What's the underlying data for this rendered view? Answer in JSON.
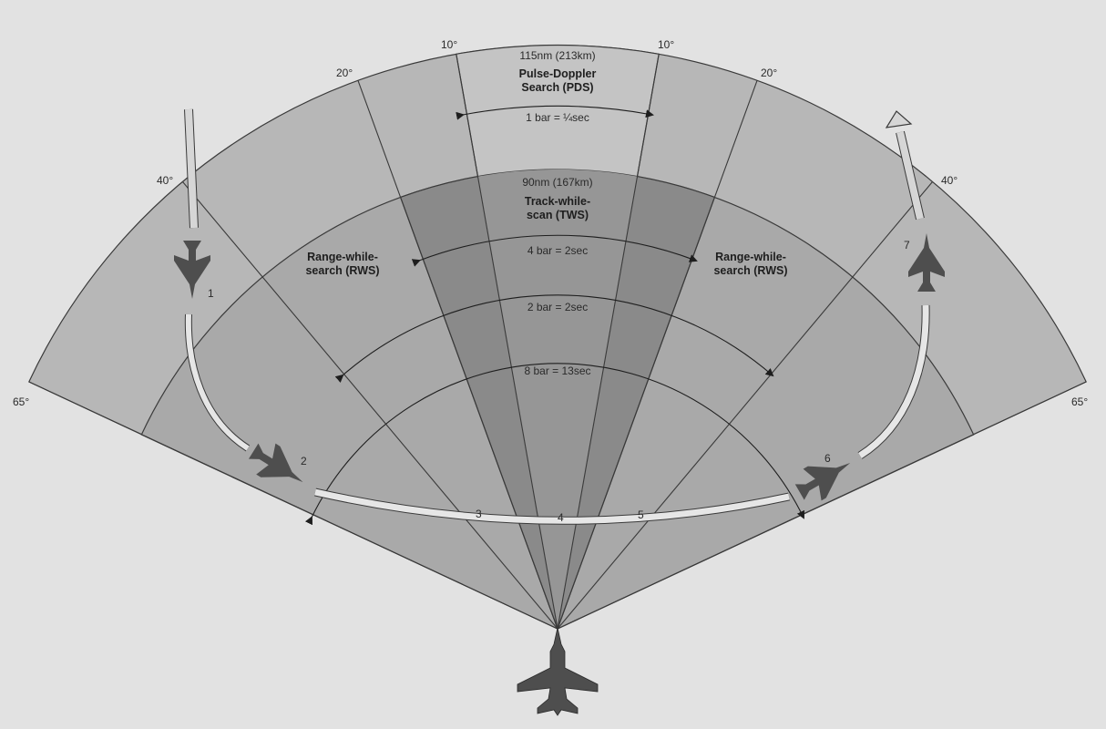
{
  "pds": {
    "range": "115nm (213km)",
    "title_line1": "Pulse-Doppler",
    "title_line2": "Search (PDS)",
    "scan": "1 bar = ¼sec"
  },
  "tws": {
    "range": "90nm (167km)",
    "title_line1": "Track-while-",
    "title_line2": "scan (TWS)",
    "scan": "4 bar = 2sec"
  },
  "rws": {
    "left_line1": "Range-while-",
    "left_line2": "search (RWS)",
    "right_line1": "Range-while-",
    "right_line2": "search (RWS)",
    "scan_2bar": "2 bar = 2sec",
    "scan_8bar": "8 bar = 13sec"
  },
  "angles": {
    "left_10": "10°",
    "right_10": "10°",
    "left_20": "20°",
    "right_20": "20°",
    "left_40": "40°",
    "right_40": "40°",
    "left_65": "65°",
    "right_65": "65°"
  },
  "positions": [
    "1",
    "2",
    "3",
    "4",
    "5",
    "6",
    "7"
  ],
  "colors": {
    "background": "#e2e2e2",
    "outer_band": "#b7b7b7",
    "rws_band": "#a9a9a9",
    "pds_outer": "#c4c4c4",
    "tws_inner": "#8a8a8a",
    "lines": "#3a3a3a",
    "track": "#e6e6e6",
    "aircraft": "#4e4e4e"
  },
  "icons": [
    "fighter-aircraft-icon",
    "target-aircraft-icon",
    "arrow-icon"
  ]
}
